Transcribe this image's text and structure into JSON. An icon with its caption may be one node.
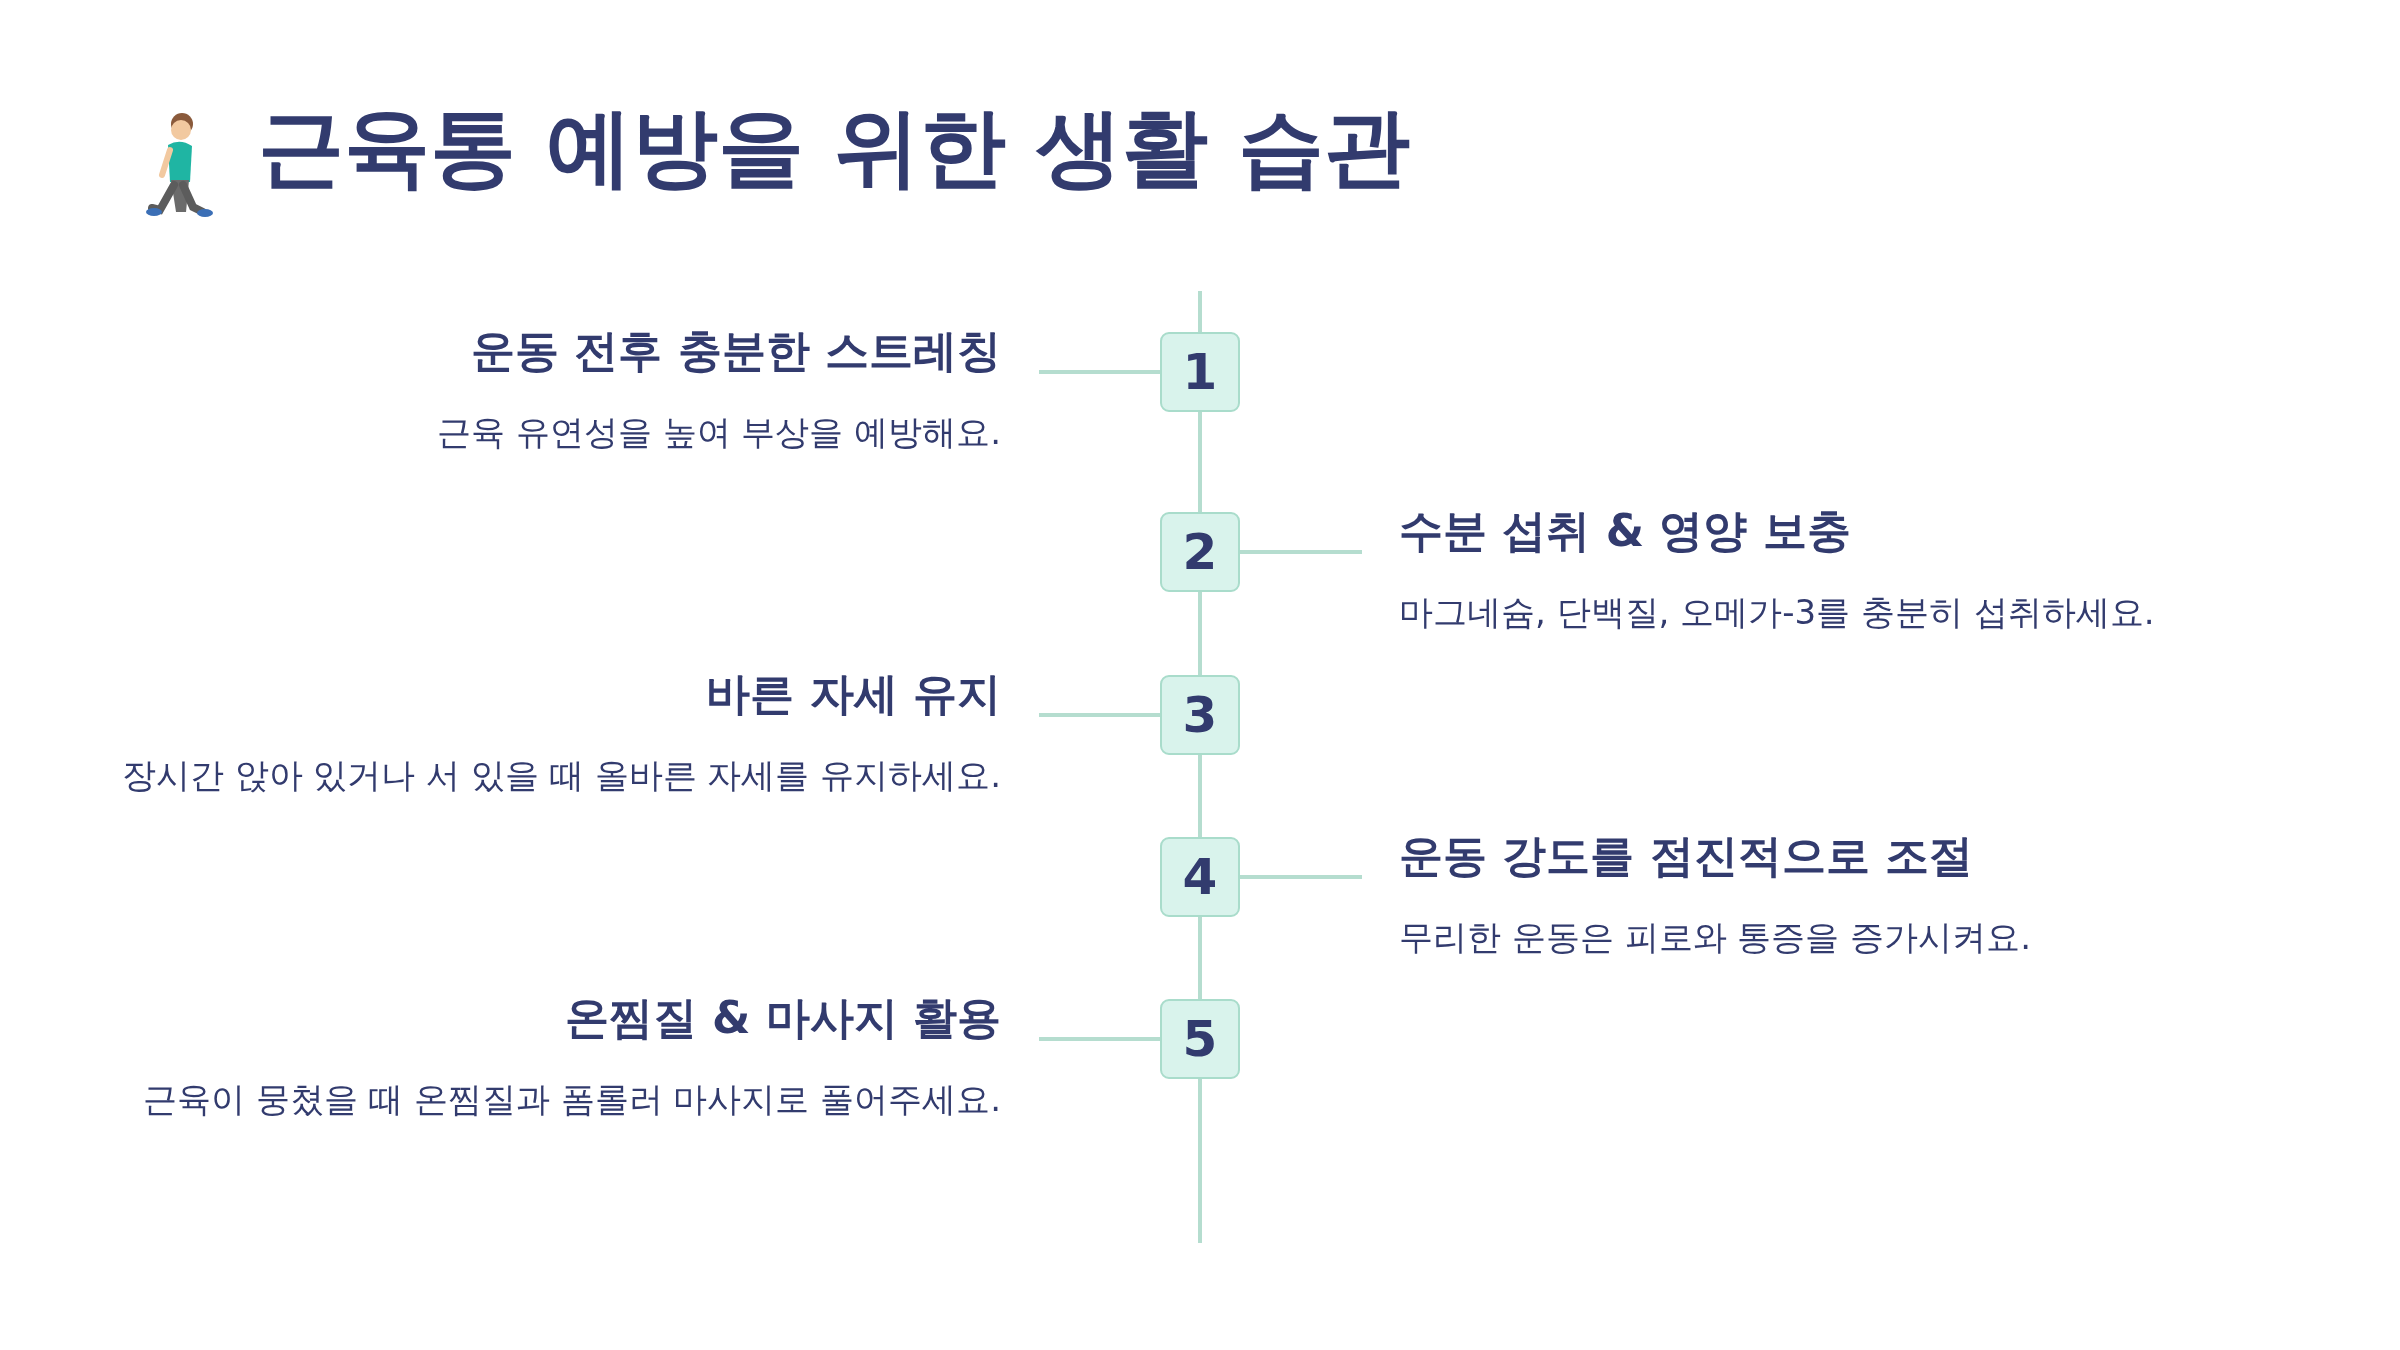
{
  "diagram": {
    "title": "근육통 예방을 위한 생활 습관",
    "nodes": [
      {
        "text": [
          "1"
        ]
      },
      {
        "text": [
          "운동 전후 충분한 스트레칭",
          "근육 유연성을 높여 부상을 예방해요."
        ]
      },
      {
        "text": [
          "2"
        ]
      },
      {
        "text": [
          "수분 섭취 & 영양 보충",
          "마그네슘, 단백질, 오메가-3를 충분히 섭취하세요."
        ]
      },
      {
        "text": [
          "3"
        ]
      },
      {
        "text": [
          "바른 자세 유지",
          "장시간 앉아 있거나 서 있을 때 올바른 자세를 유지하세요."
        ]
      },
      {
        "text": [
          "4"
        ]
      },
      {
        "text": [
          "운동 강도를 점진적으로 조절",
          "무리한 운동은 피로와 통증을 증가시켜요."
        ]
      },
      {
        "text": [
          "5"
        ]
      },
      {
        "text": [
          "온찜질 & 마사지 활용",
          "근육이 뭉쳤을 때 온찜질과 폼롤러 마사지로 풀어주세요."
        ]
      }
    ],
    "edges": [
      {
        "from": 0,
        "to": 1,
        "arrow": "none"
      },
      {
        "from": 2,
        "to": 3,
        "arrow": "none"
      },
      {
        "from": 4,
        "to": 5,
        "arrow": "none"
      },
      {
        "from": 6,
        "to": 7,
        "arrow": "none"
      },
      {
        "from": 8,
        "to": 9,
        "arrow": "none"
      },
      {
        "from": 0,
        "to": 2,
        "arrow": "none"
      },
      {
        "from": 2,
        "to": 4,
        "arrow": "none"
      },
      {
        "from": 4,
        "to": 6,
        "arrow": "none"
      },
      {
        "from": 6,
        "to": 8,
        "arrow": "none"
      }
    ]
  }
}
